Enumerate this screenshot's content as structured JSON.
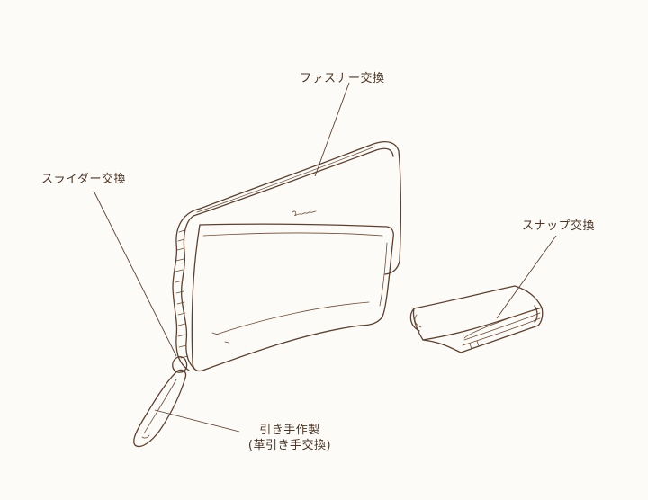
{
  "labels": {
    "zipper": "ファスナー交換",
    "slider": "スライダー交換",
    "snap": "スナップ交換",
    "pull_line1": "引き手作製",
    "pull_line2": "(革引き手交換)"
  },
  "colors": {
    "background": "#fdfbf8",
    "ink": "#5a4030",
    "text": "#4a3527"
  }
}
